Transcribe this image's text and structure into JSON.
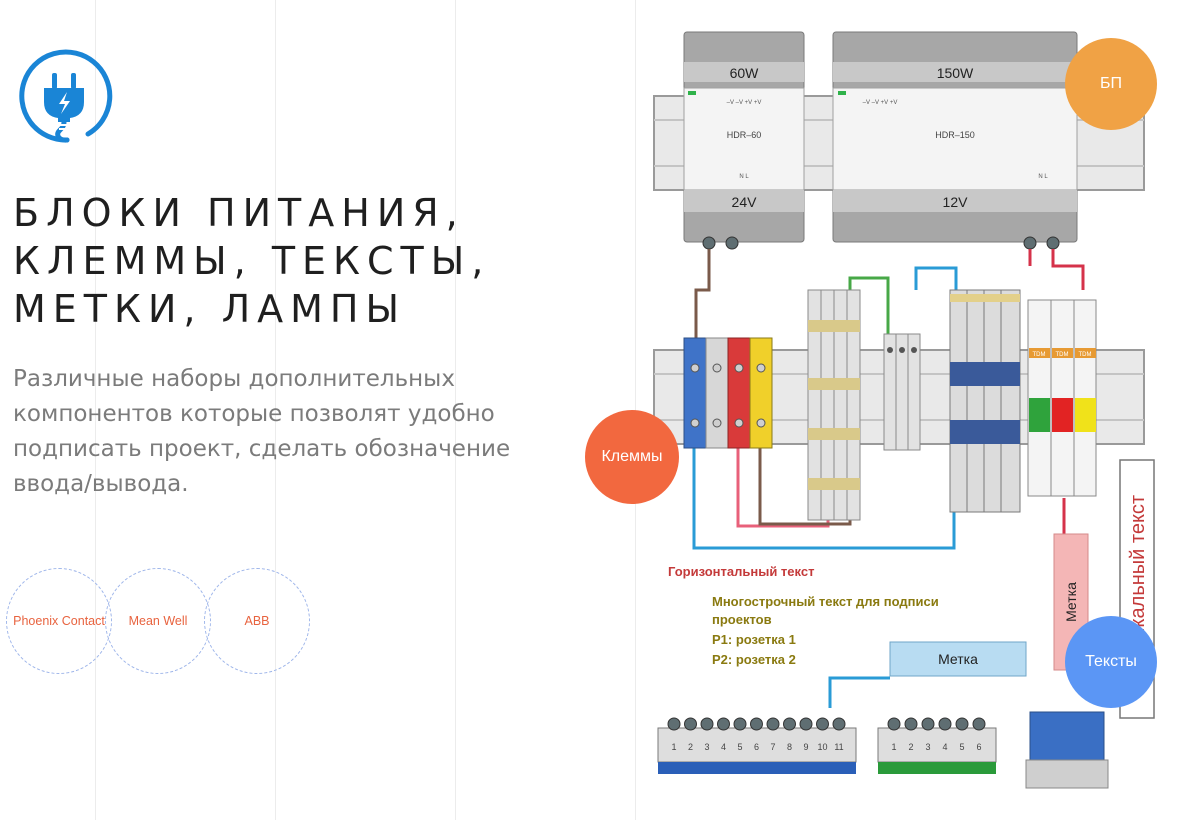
{
  "hero": {
    "title_lines": [
      "БЛОКИ ПИТАНИЯ,",
      "КЛЕММЫ, ТЕКСТЫ,",
      "МЕТКИ, ЛАМПЫ"
    ],
    "description": "Различные наборы дополнительных компонентов которые позволят удобно подписать проект, сделать обозначение ввода/вывода."
  },
  "brands": [
    "Phoenix Contact",
    "Mean Well",
    "ABB"
  ],
  "bubbles": {
    "bp": "БП",
    "klemmy": "Клеммы",
    "teksty": "Тексты"
  },
  "diagram": {
    "psu": [
      {
        "power": "60W",
        "model": "HDR–60",
        "voltage": "24V",
        "terminals": "–V  –V  +V  +V",
        "inputs": "N       L"
      },
      {
        "power": "150W",
        "model": "HDR–150",
        "voltage": "12V",
        "terminals": "–V  –V  +V  +V",
        "inputs": "N       L"
      }
    ],
    "horizontal_text": "Горизонтальный текст",
    "multiline_text": [
      "Многострочный текст для подписи",
      "проектов",
      "P1: розетка 1",
      "P2: розетка 2"
    ],
    "label_horizontal": "Метка",
    "label_vertical": "Метка",
    "vertical_text": "Вертикальный текст",
    "lamp_brand": "TDM",
    "busbar_numbers": [
      "1",
      "2",
      "3",
      "4",
      "5",
      "6",
      "7",
      "8",
      "9",
      "10",
      "11"
    ],
    "busbar2_numbers": [
      "1",
      "2",
      "3",
      "4",
      "5",
      "6"
    ]
  },
  "colors": {
    "accent_blue": "#1a85d6",
    "orange": "#f0a245",
    "red_orange": "#f2683f",
    "blue_bubble": "#5b96f5",
    "brand_text": "#e8633f",
    "title": "#1f1f1f",
    "description": "#7b7b7b"
  },
  "icons": {
    "logo": "plug-icon"
  }
}
